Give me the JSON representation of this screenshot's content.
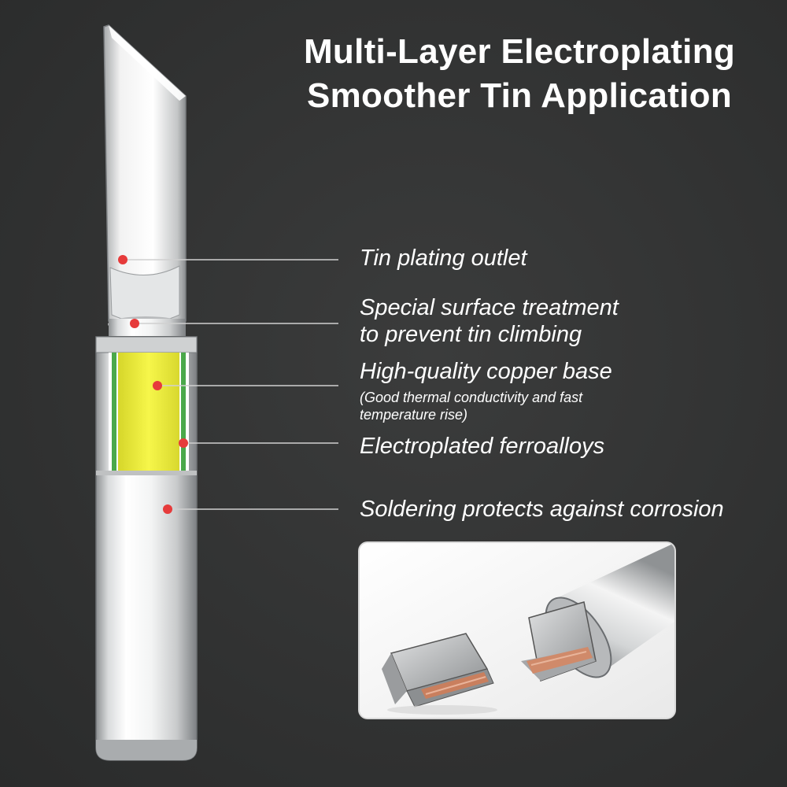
{
  "title": {
    "line1": "Multi-Layer Electroplating",
    "line2": "Smoother Tin Application"
  },
  "callouts": {
    "tin_plating_outlet": "Tin plating outlet",
    "surface_treatment_line1": "Special surface treatment",
    "surface_treatment_line2": "to prevent tin climbing",
    "copper_base": "High-quality copper base",
    "copper_base_note_line1": "(Good thermal conductivity and fast",
    "copper_base_note_line2": "temperature rise)",
    "ferroalloys": "Electroplated ferroalloys",
    "corrosion": "Soldering protects against corrosion"
  },
  "colors": {
    "background": "#333434",
    "marker": "#e63b3b",
    "copper_layer": "#f0f03a",
    "ferro_layer": "#4aa84a",
    "leader_line": "#d0d0d0"
  }
}
